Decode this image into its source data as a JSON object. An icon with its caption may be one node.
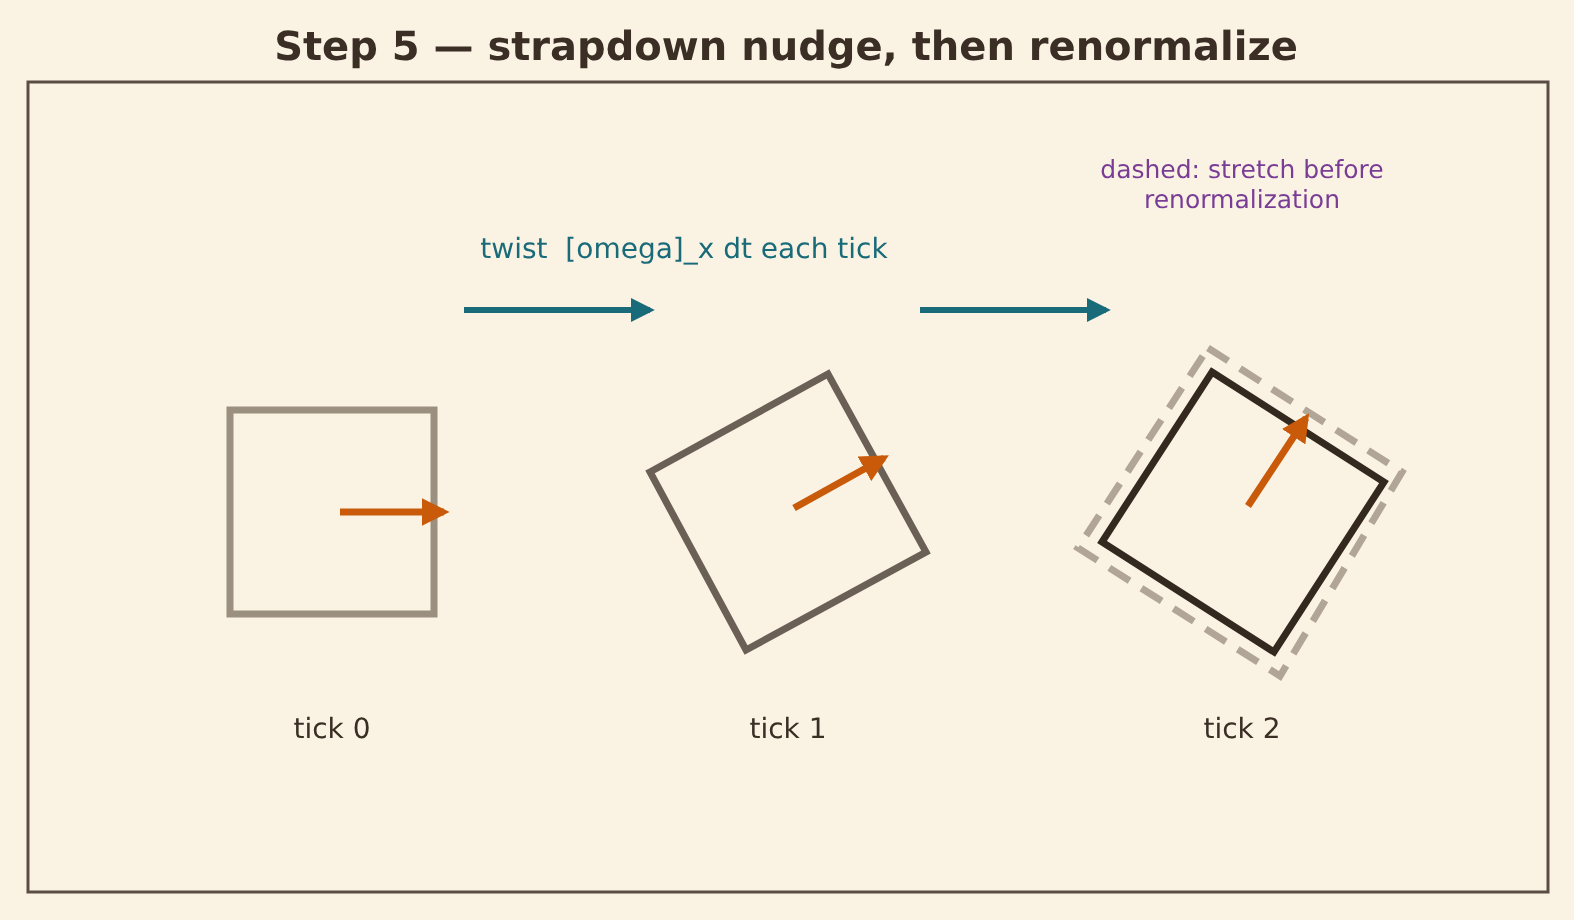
{
  "diagram": {
    "title": "Step 5 — strapdown nudge, then renormalize",
    "nodes": [
      {
        "text": [],
        "shape": "box",
        "beside": [
          "tick 0"
        ]
      },
      {
        "text": [],
        "shape": "box",
        "beside": [
          "tick 1"
        ]
      },
      {
        "text": [],
        "shape": "box",
        "beside": [
          "tick 2"
        ]
      },
      {
        "text": [],
        "shape": "box",
        "in": 2
      }
    ],
    "labels": [
      "twist  [omega]_x dt each tick",
      "dashed: stretch before renormalization"
    ]
  }
}
